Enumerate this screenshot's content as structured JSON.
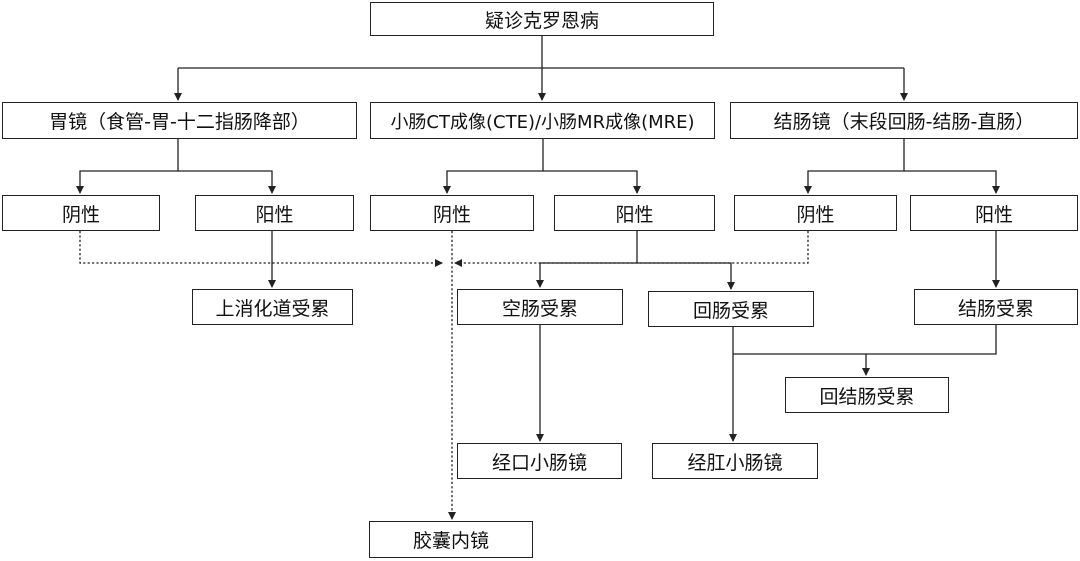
{
  "colors": {
    "line": "#222222",
    "box_border": "#222222",
    "background": "#ffffff"
  },
  "nodes": {
    "root": "疑诊克罗恩病",
    "gastroscopy": "胃镜（食管-胃-十二指肠降部）",
    "small_bowel_imaging": "小肠CT成像(CTE)/小肠MR成像(MRE)",
    "colonoscopy": "结肠镜（末段回肠-结肠-直肠）",
    "gastro_negative": "阴性",
    "gastro_positive": "阳性",
    "imaging_negative": "阴性",
    "imaging_positive": "阳性",
    "colon_negative": "阴性",
    "colon_positive": "阳性",
    "upper_gi_involvement": "上消化道受累",
    "jejunum_involvement": "空肠受累",
    "ileum_involvement": "回肠受累",
    "colon_involvement": "结肠受累",
    "ileocolon_involvement": "回结肠受累",
    "oral_enteroscopy": "经口小肠镜",
    "anal_enteroscopy": "经肛小肠镜",
    "capsule_endoscopy": "胶囊内镜"
  }
}
